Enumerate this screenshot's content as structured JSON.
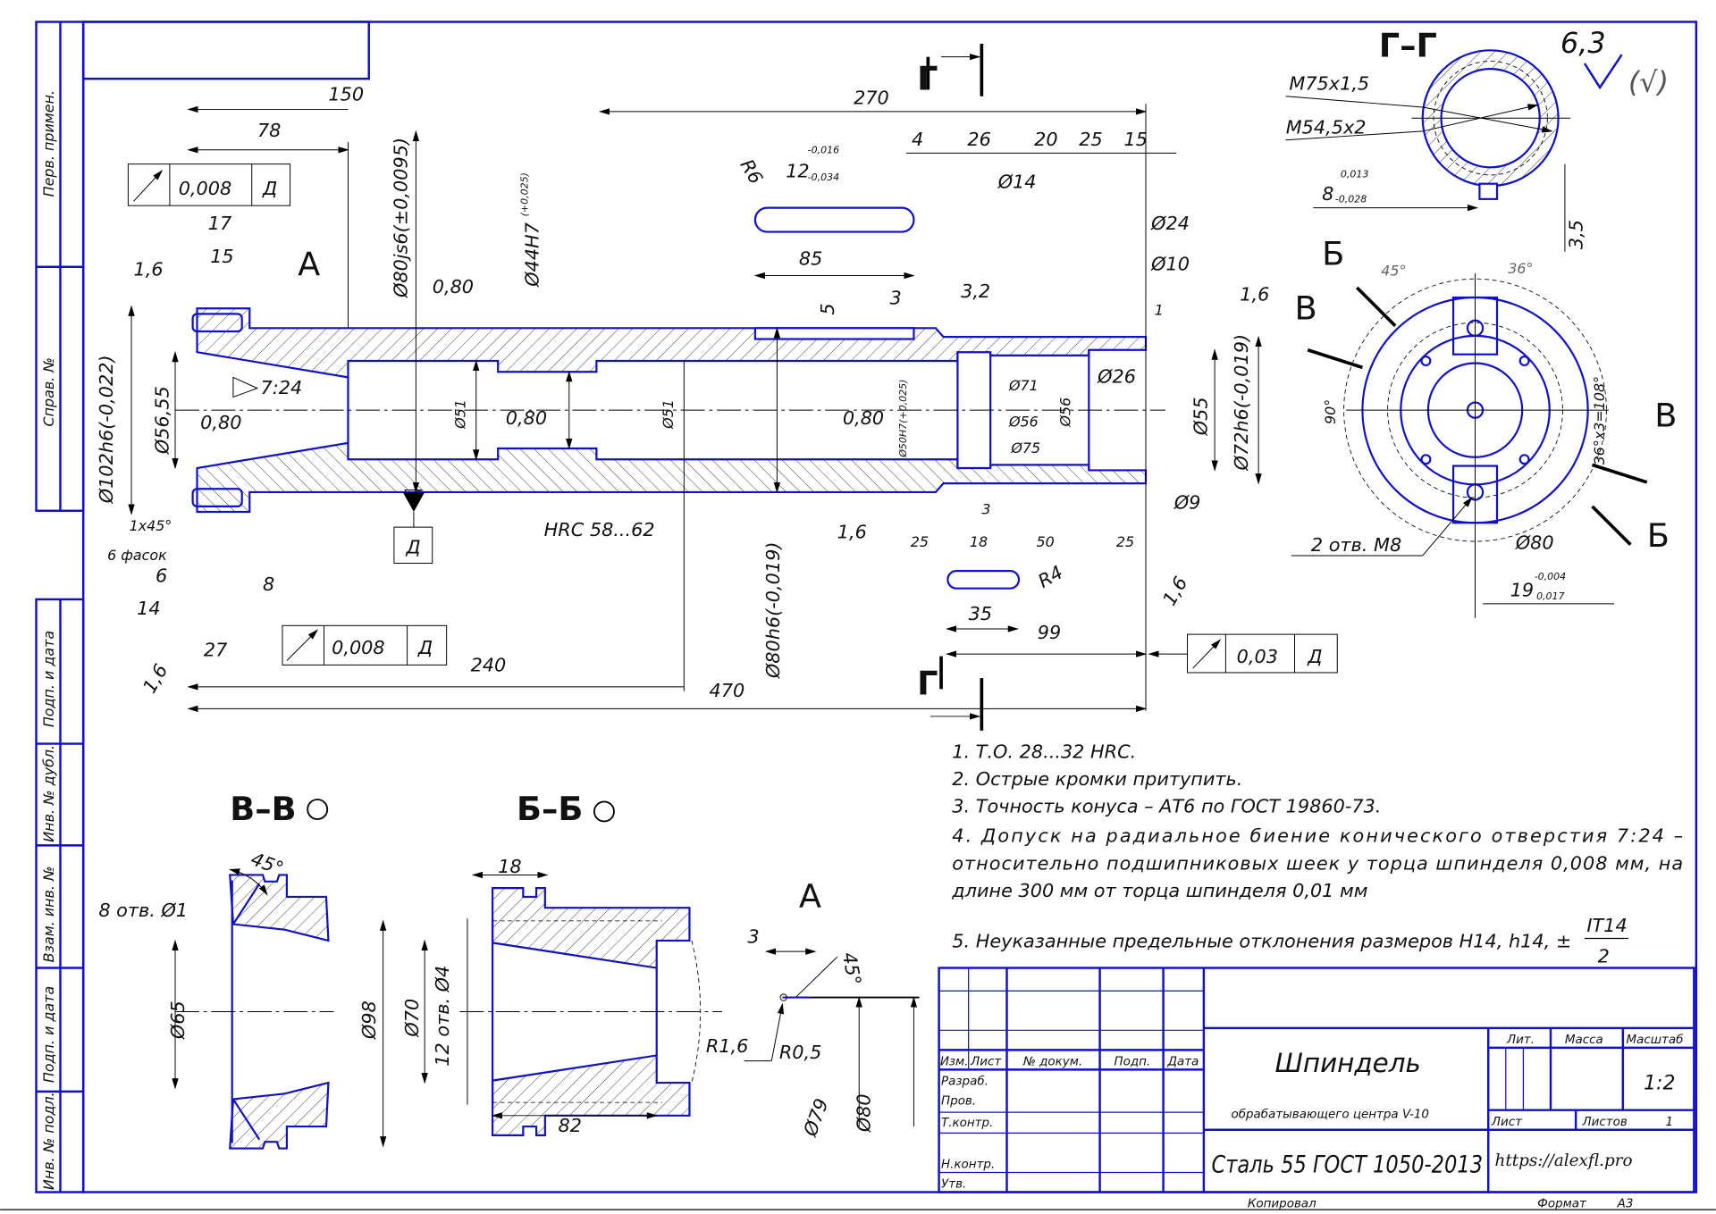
{
  "side_stamp": {
    "perv_primen": "Перв. примен.",
    "sprav_no": "Справ. №",
    "podp_data_1": "Подп. и дата",
    "inv_dubl": "Инв. № дубл.",
    "vzam_inv": "Взам. инв. №",
    "podp_data_2": "Подп. и дата",
    "inv_podl": "Инв. № подл."
  },
  "roughness": {
    "value": "6,3",
    "rest": "(√)"
  },
  "main_view": {
    "d150": "150",
    "d78": "78",
    "d270": "270",
    "section_g_top": "Г",
    "section_g_bottom": "Г",
    "fcf1": {
      "tolerance": "0,008",
      "datum": "Д"
    },
    "d17": "17",
    "d15": "15",
    "detail_a": "А",
    "r16_a": "1,6",
    "dia80js6": "Ø80js6(±0,0095)",
    "r080_a": "0,80",
    "dia44h7": "Ø44H7",
    "dia44h7_tol": "(+0,025)",
    "r6": "R6",
    "key12": "12",
    "key12_up": "-0,016",
    "key12_lo": "-0,034",
    "d85": "85",
    "d5": "5",
    "d3": "3",
    "r32": "3,2",
    "d4": "4",
    "d26": "26",
    "d20": "20",
    "d25a": "25",
    "d15b": "15",
    "dia14": "Ø14",
    "dia24": "Ø24",
    "dia10": "Ø10",
    "r16_b": "1,6",
    "d1": "1",
    "dia102h6": "Ø102h6(-0,022)",
    "dia5655": "Ø56,55",
    "taper": "7:24",
    "r080_b": "0,80",
    "dia51a": "Ø51",
    "r080_c": "0,80",
    "dia51b": "Ø51",
    "r080_d": "0,80",
    "dia50h7": "Ø50H7(+0,025)",
    "dia71": "Ø71",
    "dia56a": "Ø56",
    "dia75": "Ø75",
    "dia56b": "Ø56",
    "dia26": "Ø26",
    "dia55": "Ø55",
    "dia72h6": "Ø72h6(-0,019)",
    "dia9": "Ø9",
    "datum_d": "Д",
    "hrc": "HRC 58...62",
    "r16_c": "1,6",
    "dia80h6": "Ø80h6(-0,019)",
    "chamfer": "1x45°",
    "chamfer_count": "6 фасок",
    "d6": "6",
    "d14": "14",
    "d8": "8",
    "d27": "27",
    "fcf2": {
      "tolerance": "0,008",
      "datum": "Д"
    },
    "r16_d": "1,6",
    "d240": "240",
    "d470": "470",
    "d25b": "25",
    "d3b": "3",
    "d18": "18",
    "d50": "50",
    "d25c": "25",
    "r4": "R4",
    "d35": "35",
    "d99": "99",
    "r16_e": "1,6",
    "fcf3": {
      "tolerance": "0,03",
      "datum": "Д"
    }
  },
  "section_g": {
    "title": "Г–Г",
    "thread1": "M75x1,5",
    "thread2": "M54,5x2",
    "slot": "8",
    "slot_up": "0,013",
    "slot_lo": "-0,028",
    "depth": "3,5"
  },
  "flange_view": {
    "b_top": "Б",
    "v_top": "В",
    "a45": "45°",
    "a36": "36°",
    "a90": "90°",
    "a108": "36°х3=108°",
    "v_bot": "В",
    "b_bot": "Б",
    "holes": "2 отв. М8",
    "dia80": "Ø80",
    "w19": "19",
    "w19_up": "-0,004",
    "w19_lo": "0,017"
  },
  "view_vv": {
    "title": "В–В",
    "a45": "45°",
    "holes": "8 отв. Ø1",
    "dia65": "Ø65"
  },
  "view_bb": {
    "title": "Б–Б",
    "d18": "18",
    "dia98": "Ø98",
    "dia70": "Ø70",
    "holes": "12 отв. Ø4",
    "d82": "82",
    "r16": "R1,6"
  },
  "detail_a": {
    "title": "А",
    "d3": "3",
    "a45": "45°",
    "r05": "R0,5",
    "dia79": "Ø79",
    "dia80": "Ø80"
  },
  "notes": [
    "1.  Т.О. 28...32 HRC.",
    "2.  Острые кромки притупить.",
    "3.  Точность конуса – АТ6 по ГОСТ 19860-73.",
    "4. Допуск  на  радиальное  биение  конического  отверстия  7:24  –",
    "относительно  подшипниковых  шеек  у  торца  шпинделя  0,008  мм,  на",
    "длине 300 мм от торца шпинделя 0,01 мм",
    "5.  Неуказанные предельные отклонения размеров Н14, h14,  ±"
  ],
  "note5_fraction": {
    "num": "IT14",
    "den": "2"
  },
  "title_block": {
    "izm": "Изм.",
    "list": "Лист",
    "doc_no": "№ докум.",
    "podp": "Подп.",
    "data": "Дата",
    "razrab": "Разраб.",
    "prov": "Пров.",
    "tkontr": "Т.контр.",
    "nkontr": "Н.контр.",
    "utv": "Утв.",
    "name": "Шпиндель",
    "subname": "обрабатывающего центра V-10",
    "material": "Сталь 55 ГОСТ 1050-2013",
    "lit": "Лит.",
    "massa": "Масса",
    "masshtab": "Масштаб",
    "scale": "1:2",
    "sheet": "Лист",
    "sheets": "Листов",
    "sheets_count": "1",
    "website": "https://alexfl.pro",
    "copied": "Копировал",
    "format": "Формат",
    "format_value": "А3"
  }
}
